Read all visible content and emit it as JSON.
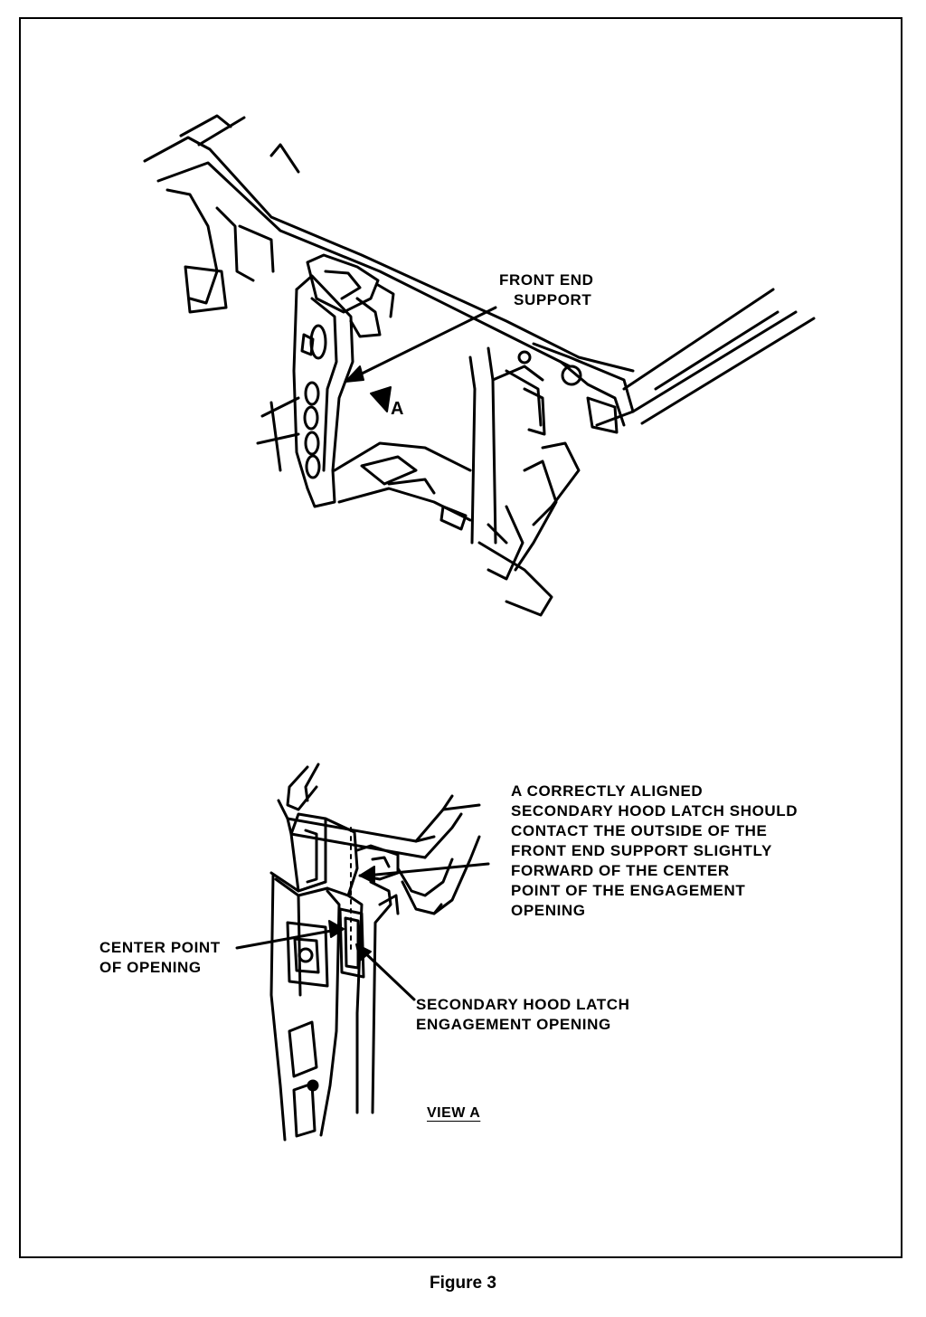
{
  "labels": {
    "front_end_support": [
      "FRONT END",
      "SUPPORT"
    ],
    "callout_top": [
      "A CORRECTLY ALIGNED",
      "SECONDARY HOOD LATCH SHOULD",
      "CONTACT THE OUTSIDE OF THE",
      "FRONT END SUPPORT SLIGHTLY",
      "FORWARD OF THE CENTER",
      "POINT OF THE ENGAGEMENT",
      "OPENING"
    ],
    "center_point": [
      "CENTER POINT",
      "OF OPENING"
    ],
    "engagement_opening": [
      "SECONDARY HOOD LATCH",
      "ENGAGEMENT OPENING"
    ],
    "view_marker": "A",
    "view_title": "VIEW A"
  },
  "caption": "Figure 3"
}
